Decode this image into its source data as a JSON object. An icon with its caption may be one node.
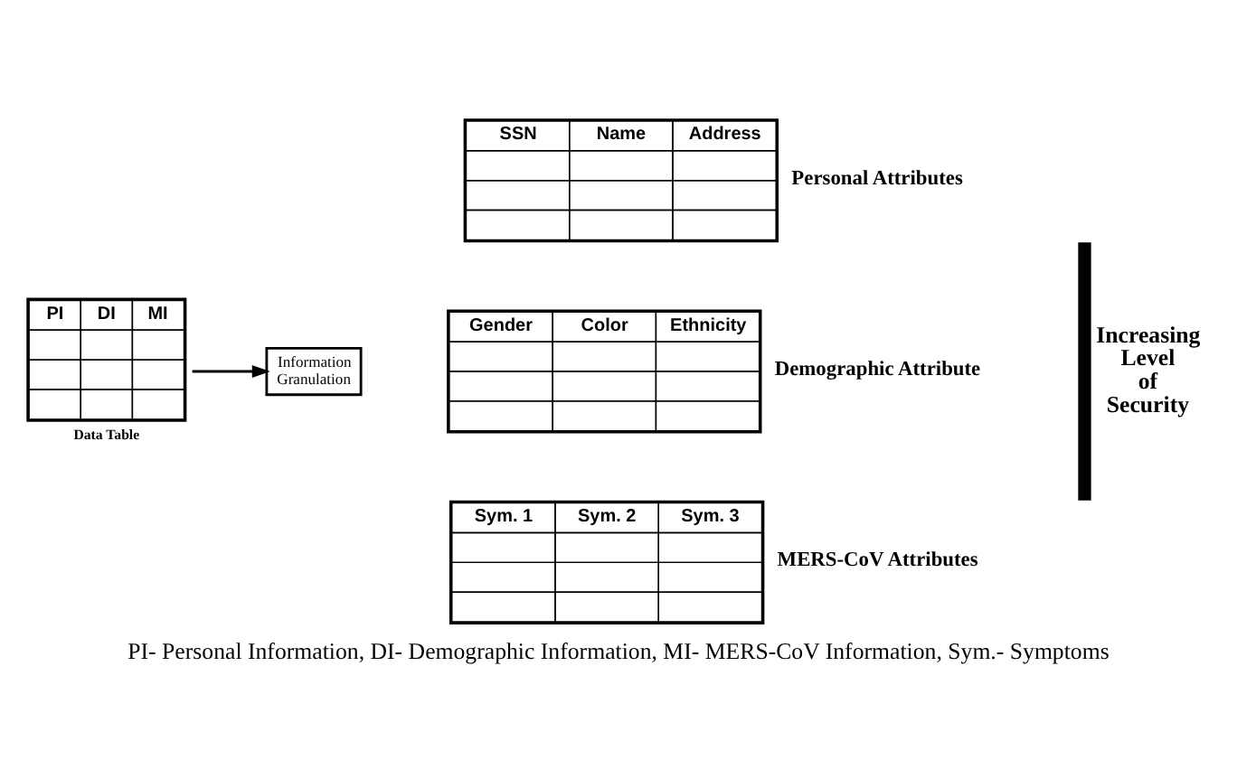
{
  "diagram": {
    "caption": "PI- Personal Information, DI- Demographic Information, MI- MERS-CoV Information, Sym.- Symptoms",
    "nodes": [
      {
        "text": [
          "PI",
          "DI",
          "MI"
        ],
        "beside": [
          "Data Table"
        ]
      },
      {
        "text": [
          "Information Granulation"
        ]
      },
      {
        "text": [
          "SSN",
          "Name",
          "Address"
        ],
        "beside": [
          "Personal Attributes"
        ]
      },
      {
        "text": [
          "Gender",
          "Color",
          "Ethnicity"
        ],
        "beside": [
          "Demographic Attribute"
        ]
      },
      {
        "text": [
          "Sym. 1",
          "Sym. 2",
          "Sym. 3"
        ],
        "beside": [
          "MERS-CoV Attributes"
        ]
      }
    ],
    "edges": [
      {
        "from": 0,
        "to": 1,
        "arrow": "to"
      }
    ],
    "labels": [
      "Increasing Level of Security"
    ]
  }
}
